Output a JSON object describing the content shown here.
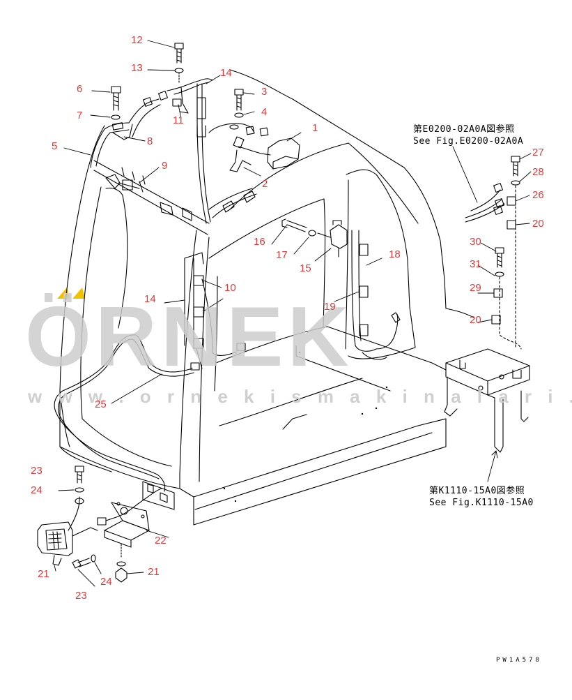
{
  "watermark": {
    "brand": "ÖRNEK",
    "url": "w w w . o r n e k i s m a k i n a l a r i . c o m . t r",
    "accent_color": "#f2c200"
  },
  "callout_color": "#e03a3a",
  "callouts": {
    "c1": "1",
    "c2": "2",
    "c3": "3",
    "c4": "4",
    "c5": "5",
    "c6": "6",
    "c7": "7",
    "c8": "8",
    "c9": "9",
    "c10": "10",
    "c11": "11",
    "c12": "12",
    "c13": "13",
    "c14a": "14",
    "c14b": "14",
    "c15": "15",
    "c16": "16",
    "c17": "17",
    "c18": "18",
    "c19": "19",
    "c20a": "20",
    "c20b": "20",
    "c21a": "21",
    "c21b": "21",
    "c22": "22",
    "c23a": "23",
    "c23b": "23",
    "c24a": "24",
    "c24b": "24",
    "c25": "25",
    "c26": "26",
    "c27": "27",
    "c28": "28",
    "c29": "29",
    "c30": "30",
    "c31": "31"
  },
  "references": {
    "ref1_line1": "第E0200-02A0A図参照",
    "ref1_line2": "See Fig.E0200-02A0A",
    "ref2_line1": "第K1110-15A0図参照",
    "ref2_line2": "See Fig.K1110-15A0"
  },
  "drawing_code": "PW1A578"
}
